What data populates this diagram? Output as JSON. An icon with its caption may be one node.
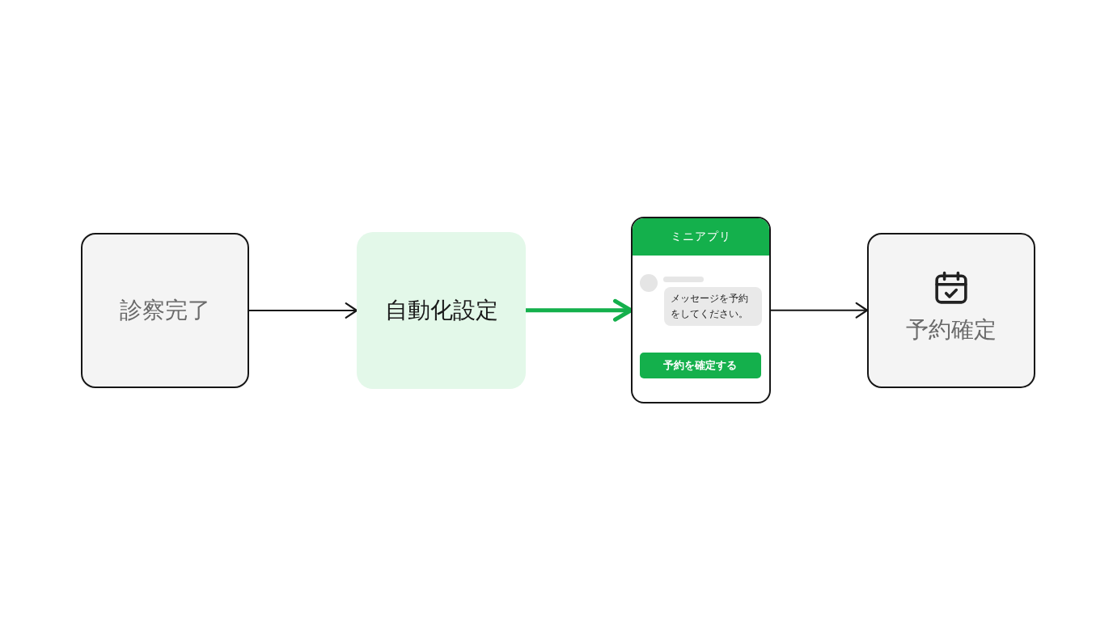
{
  "diagram": {
    "nodes": [
      {
        "text": [
          "診察完了"
        ]
      },
      {
        "text": [
          "自動化設定"
        ]
      },
      {
        "text": [
          "ミニアプリ"
        ]
      },
      {
        "text": [
          "メッセージを予約をしてください。"
        ],
        "in": 2
      },
      {
        "text": [
          "予約を確定する"
        ],
        "in": 2
      },
      {
        "text": [
          "予約確定"
        ]
      }
    ],
    "edges": [
      {
        "from": 0,
        "to": 1,
        "arrow": "to"
      },
      {
        "from": 1,
        "to": 2,
        "arrow": "to",
        "style": "thick",
        "color": "#14b04c"
      },
      {
        "from": 2,
        "to": 5,
        "arrow": "to"
      }
    ]
  }
}
